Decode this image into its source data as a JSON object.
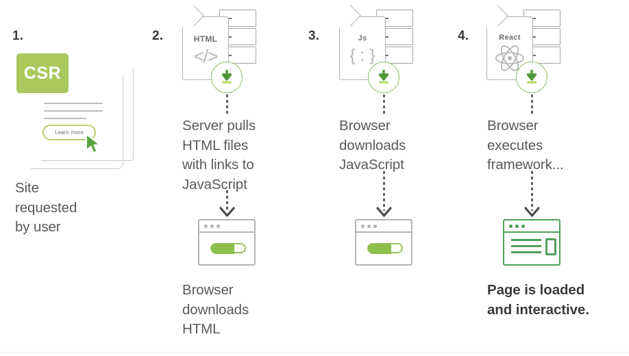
{
  "diagram": {
    "title_implied": "CSR (Client-Side Rendering) page load sequence",
    "columns": [
      {
        "number": "1.",
        "badge_label": "CSR",
        "button_label": "Learn more",
        "caption": "Site\nrequested\nby user",
        "icons": [
          "csr-badge",
          "page-sheet",
          "cursor-arrow"
        ]
      },
      {
        "number": "2.",
        "file_label": "HTML",
        "file_glyph": "</>",
        "caption": "Server pulls\nHTML files\nwith links to\nJavaScript",
        "caption2": "Browser\ndownloads\nHTML",
        "icons": [
          "file-stack",
          "download-badge",
          "browser-window",
          "progress-bar"
        ]
      },
      {
        "number": "3.",
        "file_label": "Js",
        "file_glyph": "{ : }",
        "caption": "Browser\ndownloads\nJavaScript",
        "caption2": "",
        "icons": [
          "file-stack",
          "download-badge",
          "browser-window",
          "progress-bar"
        ]
      },
      {
        "number": "4.",
        "file_label": "React",
        "file_glyph": "atom",
        "caption": "Browser\nexecutes\nframework...",
        "caption2": "Page is loaded\nand interactive.",
        "icons": [
          "file-stack",
          "download-badge",
          "browser-window-loaded"
        ]
      }
    ]
  },
  "colors": {
    "badge_green": "#a9c95e",
    "progress_green": "#8cbf4d",
    "loaded_green": "#4fa05a",
    "download_ring": "#8fbf6e",
    "text_gray": "#59595b",
    "text_dark": "#3b3b3d",
    "outline_gray": "#b0b0b0"
  }
}
